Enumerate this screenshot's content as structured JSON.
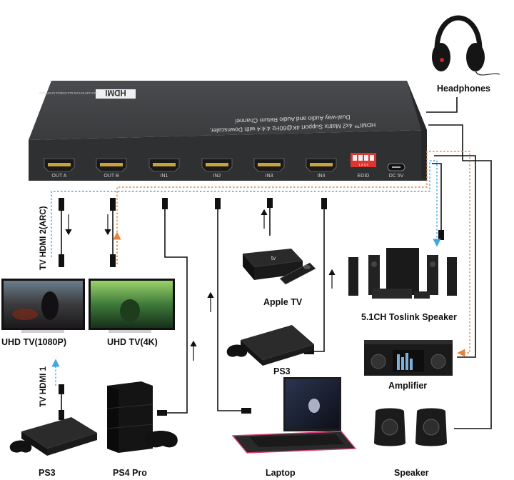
{
  "device": {
    "logo_text": "HDMI",
    "logo_sub": "HIGH-DEFINITION MULTIMEDIA INTERFACE",
    "line1": "HDMI™ 4x2 Matrix Support 4K@60Hz 4:4:4 with Downscaler,",
    "line2": "Dual-way Audio and Audio Return Channel",
    "ports": [
      "OUT A",
      "OUT B",
      "IN1",
      "IN2",
      "IN3",
      "IN4",
      "EDID",
      "DC 5V"
    ],
    "dip_numbers": "1 2 3 4"
  },
  "labels": {
    "headphones": "Headphones",
    "apple_tv": "Apple TV",
    "toslink_speaker": "5.1CH Toslink Speaker",
    "ps3_middle": "PS3",
    "amplifier": "Amplifier",
    "uhd_1080p": "UHD TV(1080P)",
    "uhd_4k": "UHD TV(4K)",
    "tv_hdmi2": "TV HDMI 2(ARC)",
    "tv_hdmi1": "TV HDMI 1",
    "ps3_bottom": "PS3",
    "ps4_pro": "PS4 Pro",
    "laptop": "Laptop",
    "speaker": "Speaker"
  },
  "colors": {
    "device_body": "#3a3b3d",
    "arrow_blue": "#3fa7e0",
    "arrow_orange": "#e8833a",
    "edid_red": "#e0352f",
    "cable": "#111111"
  }
}
